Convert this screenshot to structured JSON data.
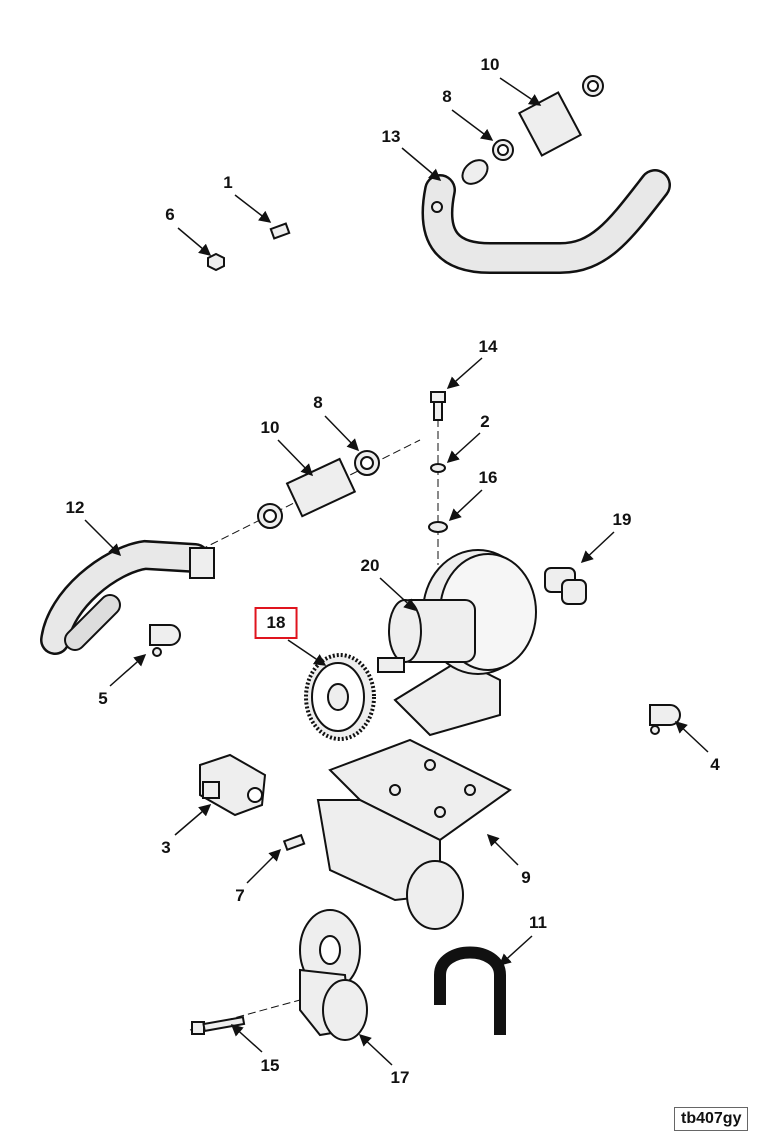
{
  "diagram": {
    "figure_id": "tb407gy",
    "highlight_color": "#e0141e",
    "callouts": [
      {
        "id": "10-top",
        "label": "10"
      },
      {
        "id": "8-top",
        "label": "8"
      },
      {
        "id": "13",
        "label": "13"
      },
      {
        "id": "1",
        "label": "1"
      },
      {
        "id": "6",
        "label": "6"
      },
      {
        "id": "14",
        "label": "14"
      },
      {
        "id": "8-mid",
        "label": "8"
      },
      {
        "id": "10-mid",
        "label": "10"
      },
      {
        "id": "2",
        "label": "2"
      },
      {
        "id": "16",
        "label": "16"
      },
      {
        "id": "12",
        "label": "12"
      },
      {
        "id": "19",
        "label": "19"
      },
      {
        "id": "20",
        "label": "20"
      },
      {
        "id": "18",
        "label": "18",
        "highlighted": true
      },
      {
        "id": "5",
        "label": "5"
      },
      {
        "id": "4",
        "label": "4"
      },
      {
        "id": "3",
        "label": "3"
      },
      {
        "id": "9",
        "label": "9"
      },
      {
        "id": "7",
        "label": "7"
      },
      {
        "id": "11",
        "label": "11"
      },
      {
        "id": "15",
        "label": "15"
      },
      {
        "id": "17",
        "label": "17"
      }
    ]
  }
}
